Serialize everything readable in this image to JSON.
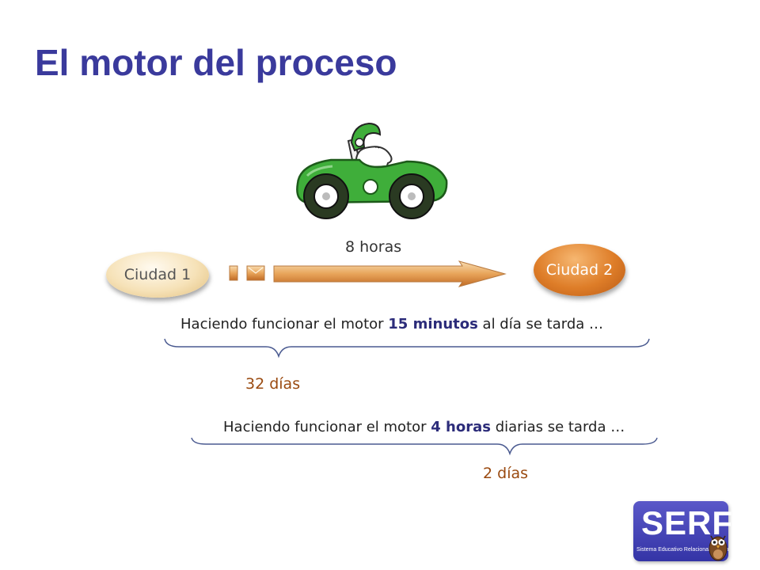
{
  "slide": {
    "title": "El motor del proceso"
  },
  "diagram": {
    "hours_label": "8 horas",
    "city1": "Ciudad 1",
    "city2": "Ciudad 2",
    "scenario1": {
      "prefix": "Haciendo funcionar el motor ",
      "highlight": "15 minutos",
      "suffix": " al día se tarda …",
      "result": "32 días"
    },
    "scenario2": {
      "prefix": "Haciendo funcionar el motor ",
      "highlight": "4 horas",
      "suffix": " diarias se tarda …",
      "result": "2 días"
    }
  },
  "logo": {
    "text": "SERF",
    "caption": "Sistema Educativo Relacional Fontán"
  },
  "colors": {
    "title": "#3a3a9c",
    "car_body": "#3fae3a",
    "arrow": "#e0863a",
    "result_text": "#9a4a10",
    "logo_bg": "#3434a6"
  }
}
